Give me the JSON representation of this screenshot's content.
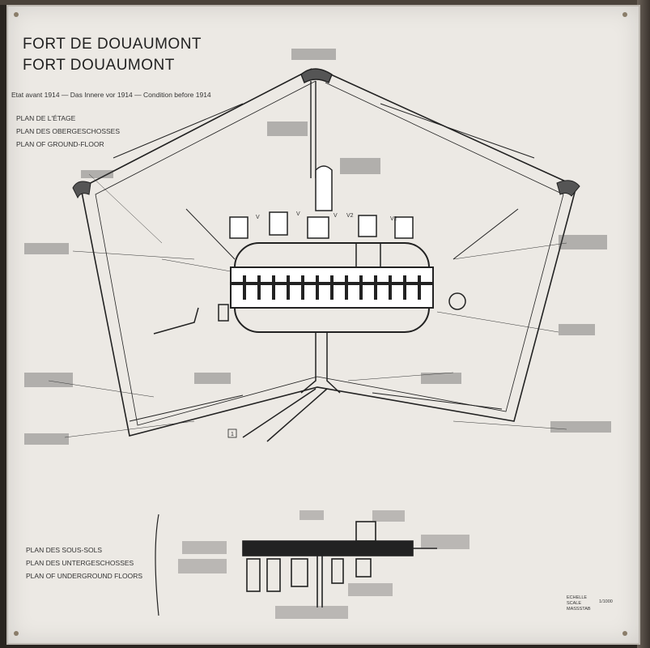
{
  "header": {
    "title_fr": "FORT DE DOUAUMONT",
    "title_en": "FORT DOUAUMONT",
    "subtitle": "Etat avant 1914  —  Das Innere vor 1914  —  Condition before 1914"
  },
  "plan_upper": {
    "line1": "PLAN DE L'ÉTAGE",
    "line2": "PLAN DES OBERGESCHOSSES",
    "line3": "PLAN OF GROUND-FLOOR"
  },
  "plan_lower": {
    "line1": "PLAN DES SOUS-SOLS",
    "line2": "PLAN DES UNTERGESCHOSSES",
    "line3": "PLAN OF UNDERGROUND FLOORS"
  },
  "scale": {
    "fr": "ECHELLE",
    "en": "SCALE",
    "de": "MASSSTAB",
    "value": "1/1000"
  },
  "markers": {
    "v1": "V",
    "v2": "V",
    "v3": "V",
    "v4": "V2",
    "v5": "V2",
    "box": "1"
  },
  "colors": {
    "panel": "#ece9e4",
    "ink": "#222222",
    "frame": "#3b342e"
  }
}
